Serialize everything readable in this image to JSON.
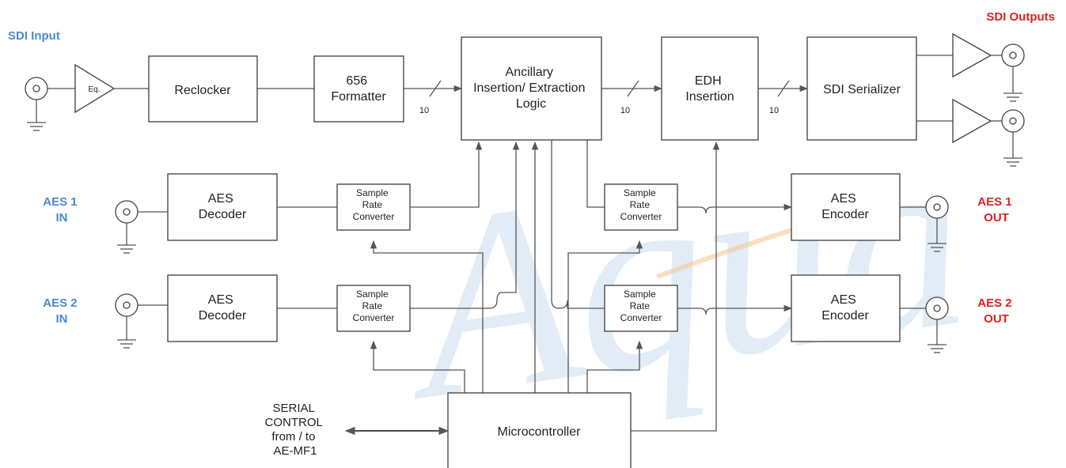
{
  "colors": {
    "input_label": "#4a8ad0",
    "output_label": "#e02020",
    "watermark": "#c9dcef"
  },
  "watermark": "Aqua",
  "labels": {
    "sdi_input": "SDI  Input",
    "sdi_outputs": "SDI Outputs",
    "aes1_in": [
      "AES 1",
      "IN"
    ],
    "aes2_in": [
      "AES 2",
      "IN"
    ],
    "aes1_out": [
      "AES 1",
      "OUT"
    ],
    "aes2_out": [
      "AES 2",
      "OUT"
    ],
    "serial": [
      "SERIAL",
      "CONTROL",
      "from / to",
      "AE-MF1"
    ]
  },
  "blocks": {
    "eq": "Eq.",
    "reclocker": [
      "Reclocker"
    ],
    "formatter": [
      "656",
      "Formatter"
    ],
    "ancillary": [
      "Ancillary",
      "Insertion/ Extraction",
      "Logic"
    ],
    "edh": [
      "EDH",
      "Insertion"
    ],
    "serializer": [
      "SDI Serializer"
    ],
    "aes_decoder_1": [
      "AES",
      "Decoder"
    ],
    "aes_decoder_2": [
      "AES",
      "Decoder"
    ],
    "src_in_1": [
      "Sample",
      "Rate",
      "Converter"
    ],
    "src_in_2": [
      "Sample",
      "Rate",
      "Converter"
    ],
    "src_out_1": [
      "Sample",
      "Rate",
      "Converter"
    ],
    "src_out_2": [
      "Sample",
      "Rate",
      "Converter"
    ],
    "aes_encoder_1": [
      "AES",
      "Encoder"
    ],
    "aes_encoder_2": [
      "AES",
      "Encoder"
    ],
    "microcontroller": [
      "Microcontroller"
    ]
  },
  "bus_width": "10"
}
